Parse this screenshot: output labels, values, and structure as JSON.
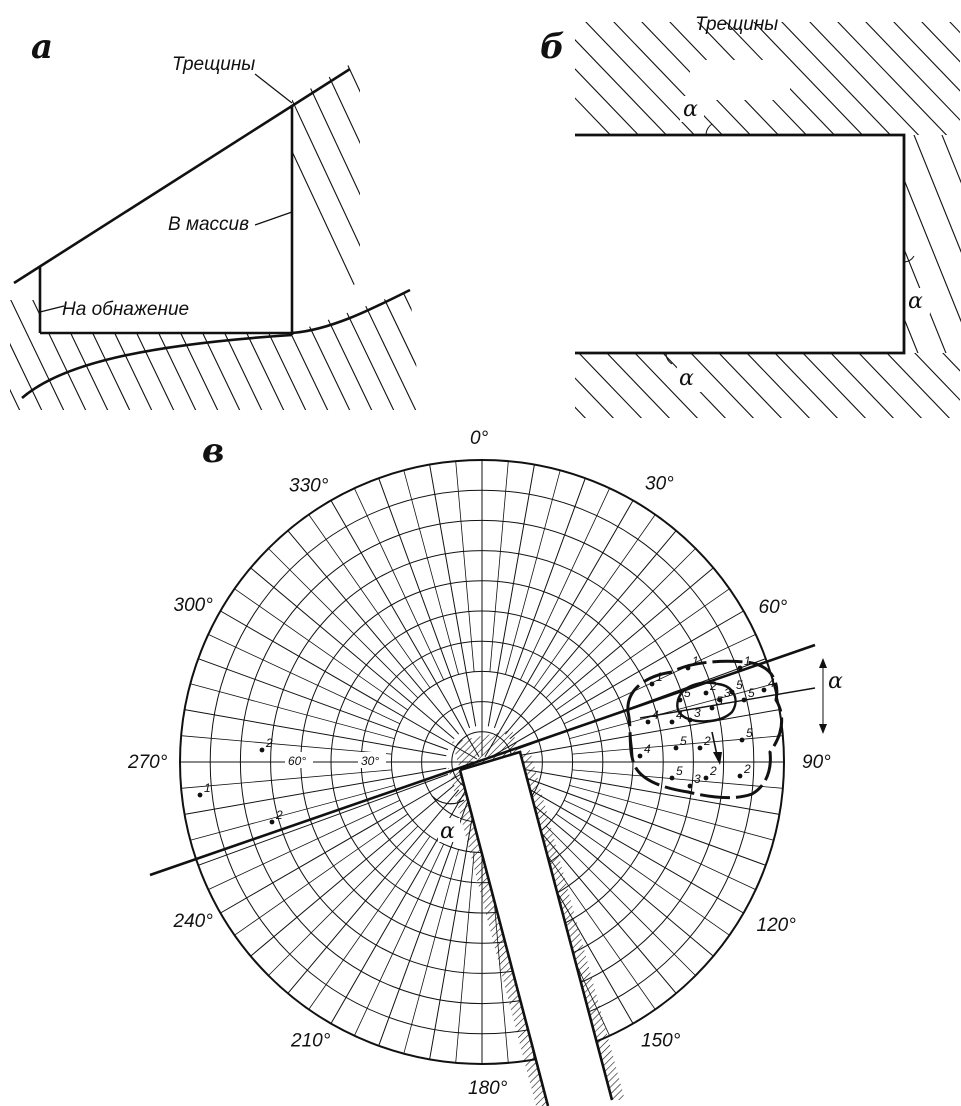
{
  "panels": {
    "a": {
      "label": "а",
      "cracks_label": "Трещины",
      "into_mass_label": "В массив",
      "on_exposure_label": "На обнажение"
    },
    "b": {
      "label": "б",
      "cracks_label": "Трещины",
      "angle_symbol": "α"
    },
    "c": {
      "label": "в",
      "angle_symbol": "α",
      "azimuth_labels": [
        "0°",
        "30°",
        "60°",
        "90°",
        "120°",
        "150°",
        "180°",
        "210°",
        "240°",
        "270°",
        "300°",
        "330°"
      ],
      "dip_labels": [
        "60°",
        "30°"
      ],
      "points": [
        {
          "n": "1"
        },
        {
          "n": "2"
        },
        {
          "n": "2"
        },
        {
          "n": "1"
        },
        {
          "n": "1"
        },
        {
          "n": "1"
        },
        {
          "n": "5"
        },
        {
          "n": "2"
        },
        {
          "n": "3"
        },
        {
          "n": "5"
        },
        {
          "n": "5"
        },
        {
          "n": "5"
        },
        {
          "n": "4"
        },
        {
          "n": "4"
        },
        {
          "n": "4"
        },
        {
          "n": "3"
        },
        {
          "n": "4"
        },
        {
          "n": "5"
        },
        {
          "n": "2"
        },
        {
          "n": "5"
        },
        {
          "n": "5"
        },
        {
          "n": "3"
        },
        {
          "n": "2"
        },
        {
          "n": "2"
        }
      ]
    }
  }
}
